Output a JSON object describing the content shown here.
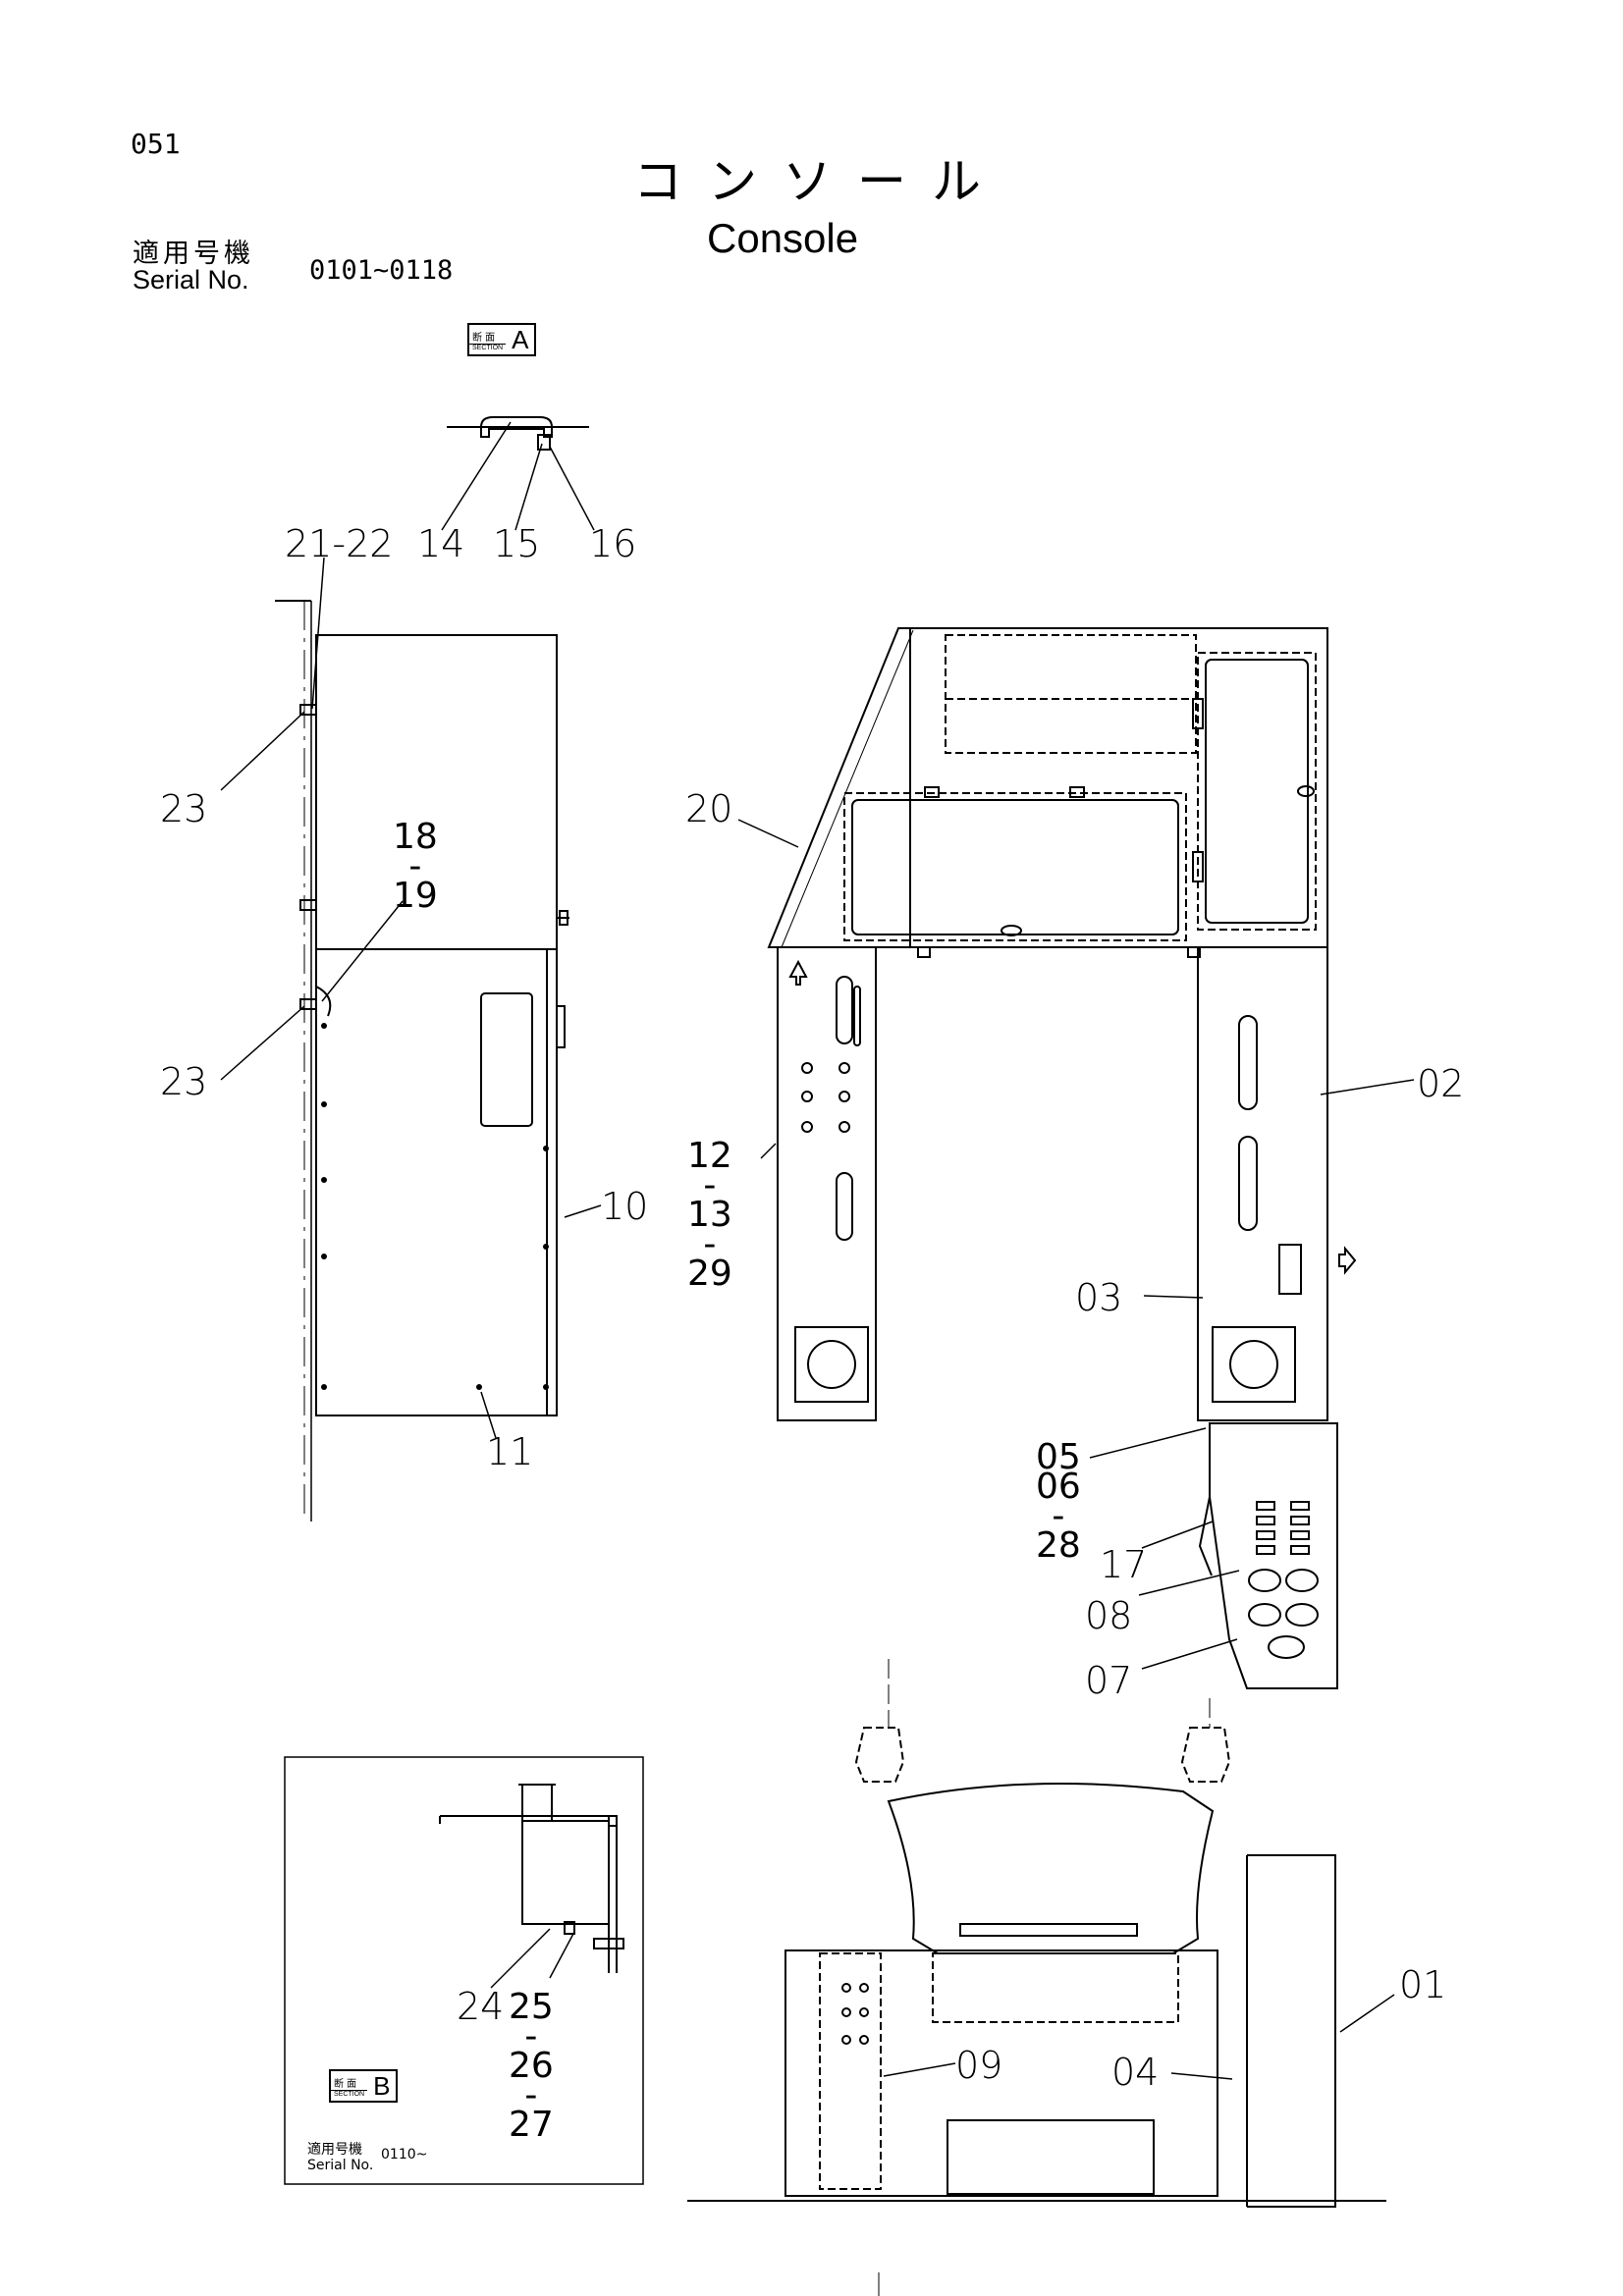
{
  "header": {
    "page_number": "051",
    "title_jp": "コンソール",
    "title_en": "Console",
    "serial_label_jp": "適用号機",
    "serial_label_en": "Serial No.",
    "serial_range": "0101~0118"
  },
  "section_a": {
    "kanji": "断 面",
    "word": "SECTION",
    "letter": "A"
  },
  "section_b": {
    "kanji": "断 面",
    "word": "SECTION",
    "letter": "B"
  },
  "inset": {
    "serial_label_jp": "適用号機",
    "serial_label_en": "Serial No.",
    "serial_range": "0110~"
  },
  "callouts": {
    "c21_22": "21-22",
    "c14": "14",
    "c15": "15",
    "c16": "16",
    "c23a": "23",
    "c18_19": "18\n-\n19",
    "c23b": "23",
    "c10": "10",
    "c11": "11",
    "c20": "20",
    "c02": "02",
    "c12_29": "12\n-\n13\n-\n29",
    "c03": "03",
    "c05_28": "05\n06\n-\n28",
    "c17": "17",
    "c08": "08",
    "c07": "07",
    "c01": "01",
    "c04": "04",
    "c09": "09",
    "c24": "24",
    "c25_27": "25\n-\n26\n-\n27"
  }
}
